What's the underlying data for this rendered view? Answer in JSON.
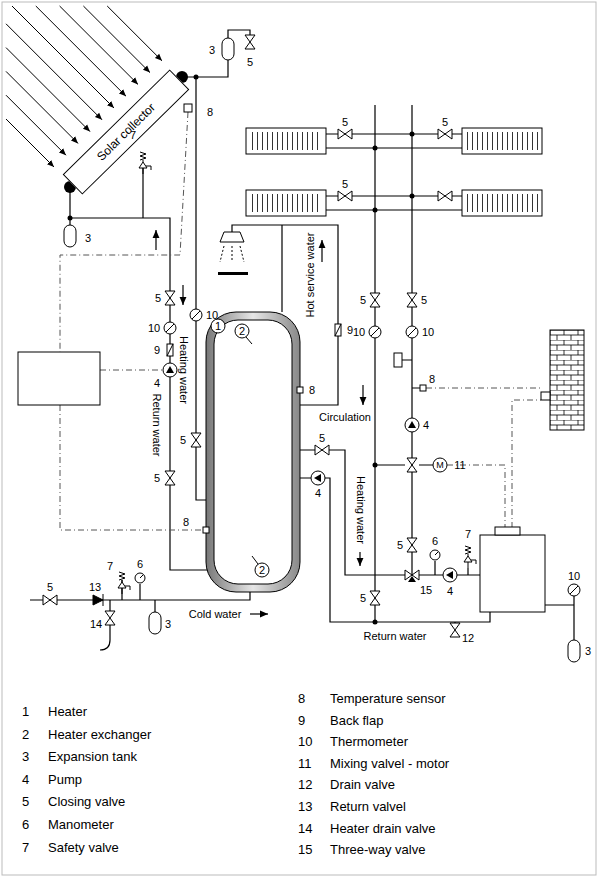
{
  "diagram": {
    "nodes": [
      {
        "text": [
          "Solar collector"
        ]
      }
    ],
    "labels": [
      "3",
      "5",
      "8",
      "7",
      "3",
      "5",
      "10",
      "10",
      "9",
      "4",
      "Heating water",
      "Return water",
      "5",
      "5",
      "8",
      "1",
      "2",
      "2",
      "Hot service water",
      "8",
      "Circulation",
      "9",
      "5",
      "4",
      "Heating water",
      "Cold water",
      "7",
      "6",
      "5",
      "13",
      "14",
      "3",
      "5",
      "5",
      "5",
      "5",
      "5",
      "10",
      "10",
      "8",
      "4",
      "M",
      "11",
      "5",
      "5",
      "15",
      "4",
      "6",
      "7",
      "Return water",
      "12",
      "10",
      "3",
      "1",
      "Heater",
      "2",
      "Heater exchanger",
      "3",
      "Expansion tank",
      "4",
      "Pump",
      "5",
      "Closing valve",
      "6",
      "Manometer",
      "7",
      "Safety valve",
      "8",
      "Temperature sensor",
      "9",
      "Back flap",
      "10",
      "Thermometer",
      "11",
      "Mixing valvel - motor",
      "12",
      "Drain valve",
      "13",
      "Return valvel",
      "14",
      "Heater drain valve",
      "15",
      "Three-way valve"
    ]
  }
}
